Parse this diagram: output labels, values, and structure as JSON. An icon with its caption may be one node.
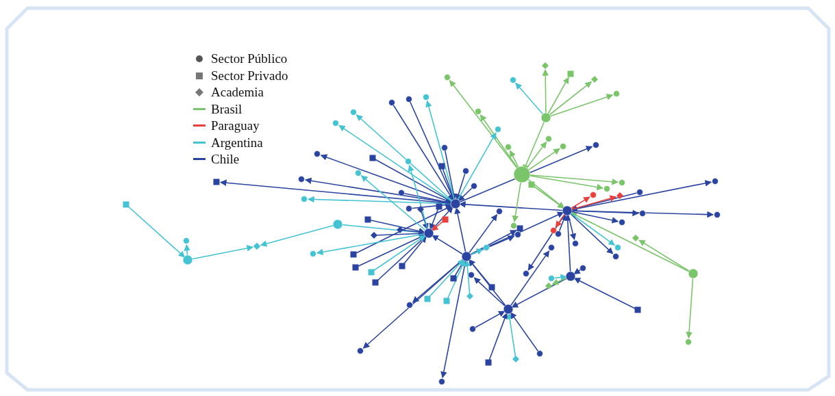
{
  "diagram": {
    "legend": [
      {
        "text": "Sector Público"
      },
      {
        "text": "Sector Privado"
      },
      {
        "text": "Academia"
      },
      {
        "text": "Brasil",
        "color": "#7ac46a"
      },
      {
        "text": "Paraguay",
        "color": "#e8413c"
      },
      {
        "text": "Argentina",
        "color": "#45c3d2"
      },
      {
        "text": "Chile",
        "color": "#2a44a0"
      }
    ]
  }
}
